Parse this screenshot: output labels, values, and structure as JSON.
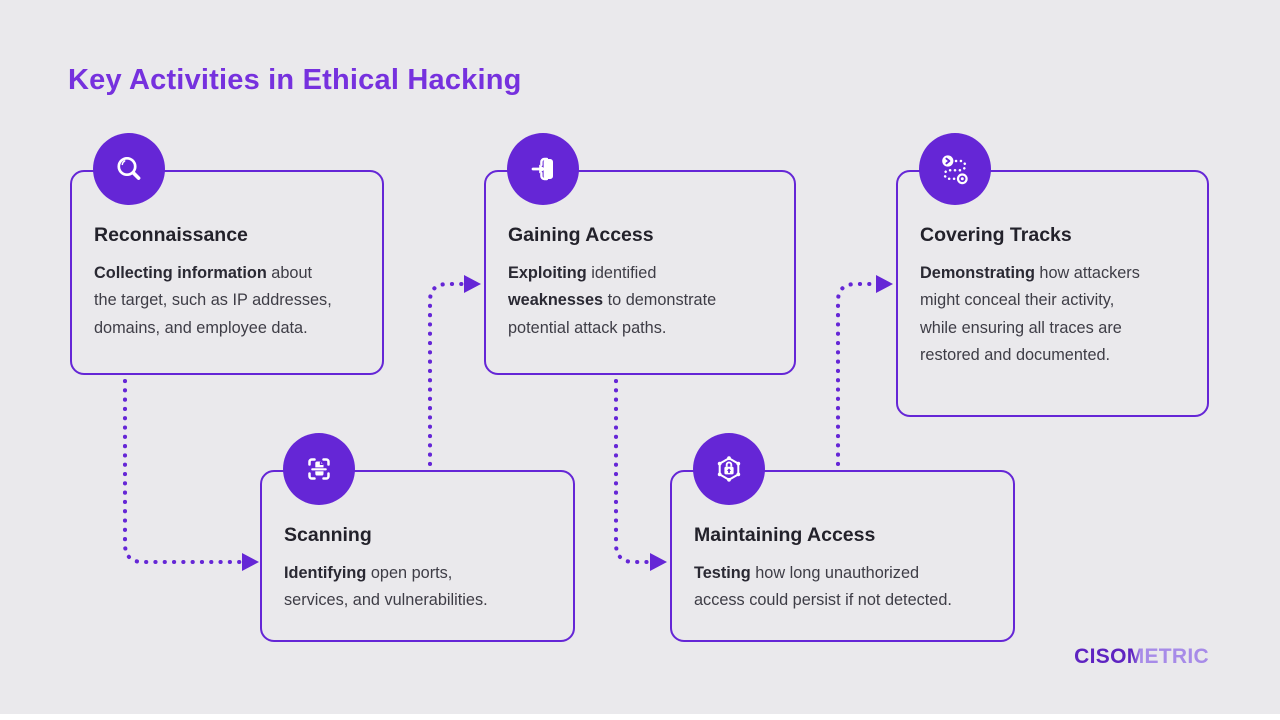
{
  "title": "Key Activities in Ethical Hacking",
  "colors": {
    "primary": "#6526D6",
    "background": "#EAE9EC",
    "title_text": "#7631DE",
    "heading_text": "#23222B",
    "body_text": "#3E3D46",
    "body_bold_text": "#2A2933",
    "logo_dark": "#5E23C1",
    "logo_light": "#A78BE8"
  },
  "cards": [
    {
      "heading": "Reconnaissance",
      "icon": "magnifier-icon",
      "body": [
        {
          "t": "Collecting information",
          "b": true
        },
        {
          "t": " about\nthe target, such as IP addresses,\ndomains, and employee data.",
          "b": false
        }
      ]
    },
    {
      "heading": "Scanning",
      "icon": "scan-document-icon",
      "body": [
        {
          "t": "Identifying",
          "b": true
        },
        {
          "t": " open ports,\nservices, and vulnerabilities.",
          "b": false
        }
      ]
    },
    {
      "heading": "Gaining Access",
      "icon": "door-enter-icon",
      "body": [
        {
          "t": "Exploiting",
          "b": true
        },
        {
          "t": " identified\n",
          "b": false
        },
        {
          "t": "weaknesses",
          "b": true
        },
        {
          "t": " to demonstrate\npotential attack paths.",
          "b": false
        }
      ]
    },
    {
      "heading": "Maintaining Access",
      "icon": "hexagon-lock-icon",
      "body": [
        {
          "t": "Testing",
          "b": true
        },
        {
          "t": " how long unauthorized\naccess could persist if not detected.",
          "b": false
        }
      ]
    },
    {
      "heading": "Covering Tracks",
      "icon": "route-icon",
      "body": [
        {
          "t": "Demonstrating",
          "b": true
        },
        {
          "t": " how attackers\nmight conceal their activity,\nwhile ensuring all traces are\nrestored and documented.",
          "b": false
        }
      ]
    }
  ],
  "connections": [
    {
      "from": "Reconnaissance",
      "to": "Scanning"
    },
    {
      "from": "Scanning",
      "to": "Gaining Access"
    },
    {
      "from": "Gaining Access",
      "to": "Maintaining Access"
    },
    {
      "from": "Maintaining Access",
      "to": "Covering Tracks"
    }
  ],
  "logo": {
    "prefix": "CISO",
    "mid": "M",
    "suffix": "ETRIC"
  }
}
